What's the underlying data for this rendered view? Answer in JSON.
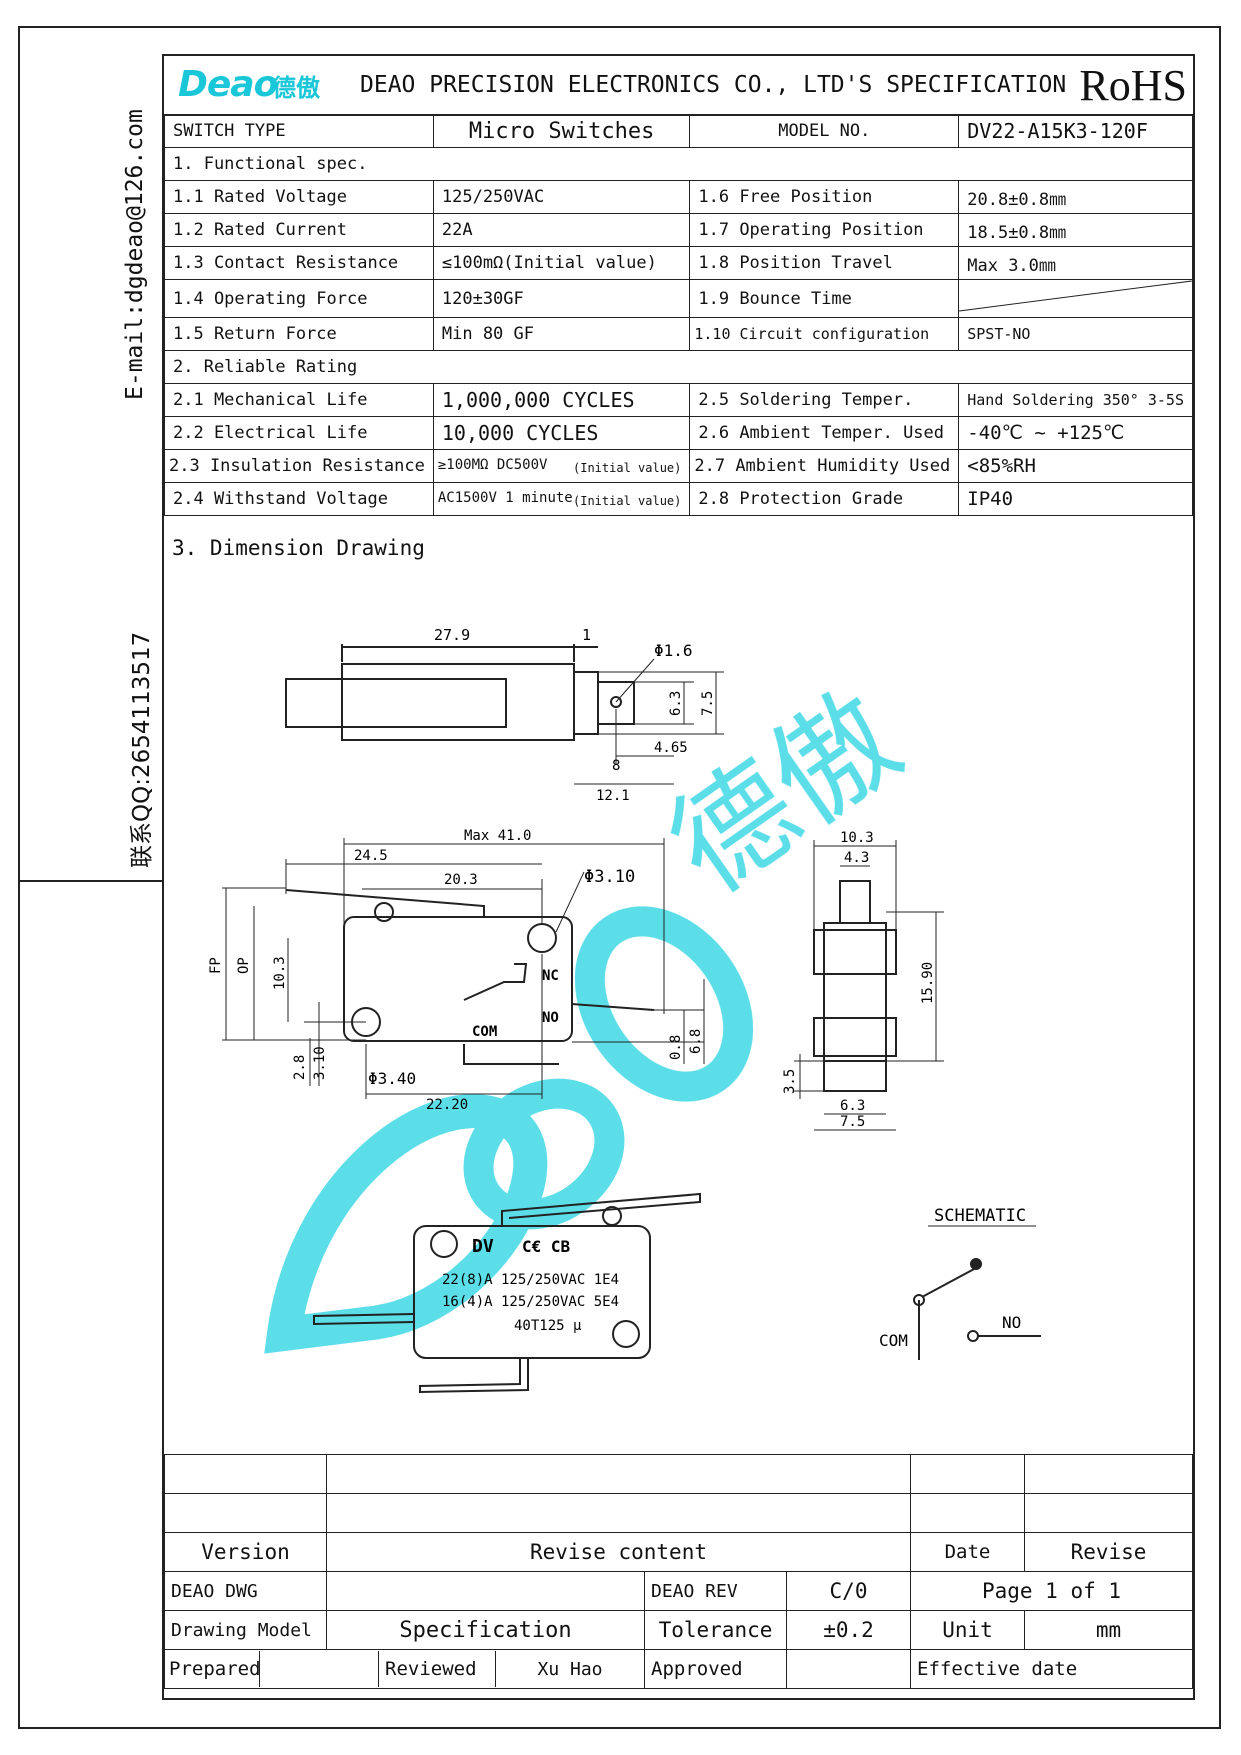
{
  "sidebar": {
    "email": "E-mail:dgdeao@126.com",
    "qq": "联系QQ:2654113517"
  },
  "header": {
    "logo_text": "Deao",
    "logo_cn": "德傲",
    "title": "DEAO PRECISION ELECTRONICS CO., LTD'S SPECIFICATION",
    "rohs": "RoHS",
    "brand_color": "#19c7d8"
  },
  "info": {
    "switch_type_label": "SWITCH TYPE",
    "switch_type": "Micro Switches",
    "model_label": "MODEL NO.",
    "model": "DV22-A15K3-120F"
  },
  "functional": {
    "title": "1. Functional spec.",
    "rows": [
      {
        "l1": "1.1 Rated Voltage",
        "v1": "125/250VAC",
        "l2": "1.6  Free Position",
        "v2": "20.8±0.8㎜"
      },
      {
        "l1": "1.2 Rated Current",
        "v1": "22A",
        "l2": "1.7  Operating Position",
        "v2": "18.5±0.8㎜"
      },
      {
        "l1": "1.3 Contact Resistance",
        "v1": "≤100mΩ(Initial value)",
        "l2": "1.8  Position Travel",
        "v2": "Max 3.0㎜"
      },
      {
        "l1": "1.4 Operating Force",
        "v1": "120±30GF",
        "l2": "1.9  Bounce Time",
        "v2": ""
      },
      {
        "l1": "1.5 Return Force",
        "v1": "Min 80 GF",
        "l2": "1.10 Circuit configuration",
        "v2": "SPST-NO"
      }
    ]
  },
  "reliable": {
    "title": "2. Reliable Rating",
    "rows": [
      {
        "l1": "2.1 Mechanical Life",
        "v1": "1,000,000 CYCLES",
        "v1b": "",
        "l2": "2.5 Soldering Temper.",
        "v2": "Hand Soldering 350° 3-5S"
      },
      {
        "l1": "2.2 Electrical Life",
        "v1": "10,000  CYCLES",
        "v1b": "",
        "l2": "2.6 Ambient Temper. Used",
        "v2": "-40℃ ~ +125℃"
      },
      {
        "l1": "2.3 Insulation Resistance",
        "v1": "≥100MΩ DC500V",
        "v1b": "(Initial value)",
        "l2": "2.7 Ambient Humidity Used",
        "v2": "<85%RH"
      },
      {
        "l1": "2.4  Withstand Voltage",
        "v1": "AC1500V 1 minute",
        "v1b": "(Initial value)",
        "l2": "2.8 Protection Grade",
        "v2": "IP40"
      }
    ]
  },
  "drawing": {
    "title": "3. Dimension Drawing",
    "top_view": {
      "d_279": "27.9",
      "d_1": "1",
      "d_phi16": "Φ1.6",
      "d_63": "6.3",
      "d_75": "7.5",
      "d_8": "8",
      "d_465": "4.65",
      "d_121": "12.1"
    },
    "front_view": {
      "d_max41": "Max 41.0",
      "d_245": "24.5",
      "d_203": "20.3",
      "d_phi310": "Φ3.10",
      "d_fp": "FP",
      "d_op": "OP",
      "d_103": "10.3",
      "d_28": "2.8",
      "d_310": "3.10",
      "d_phi340": "Φ3.40",
      "d_2220": "22.20",
      "d_08": "0.8",
      "d_68": "6.8",
      "nc": "NC",
      "no": "NO",
      "com": "COM"
    },
    "side_view": {
      "d_103": "10.3",
      "d_43": "4.3",
      "d_1590": "15.90",
      "d_35": "3.5",
      "d_63": "6.3",
      "d_75": "7.5"
    },
    "product": {
      "brand": "DV",
      "marks": "C€ CB",
      "line1": "22(8)A 125/250VAC 1E4",
      "line2": "16(4)A 125/250VAC 5E4",
      "line3": "40T125  μ"
    },
    "schematic": {
      "title": "SCHEMATIC",
      "com": "COM",
      "no": "NO"
    }
  },
  "footer": {
    "version": "Version",
    "revise_content": "Revise content",
    "date": "Date",
    "revise": "Revise",
    "deao_dwg": "DEAO DWG",
    "deao_rev": "DEAO REV",
    "rev_value": "C/0",
    "page": "Page 1 of 1",
    "drawing_model": "Drawing Model",
    "drawing_model_value": "Specification",
    "tolerance": "Tolerance",
    "tolerance_value": "±0.2",
    "unit": "Unit",
    "unit_value": "mm",
    "prepared": "Prepared",
    "reviewed": "Reviewed",
    "reviewer": "Xu Hao",
    "approved": "Approved",
    "effective_date": "Effective date"
  }
}
